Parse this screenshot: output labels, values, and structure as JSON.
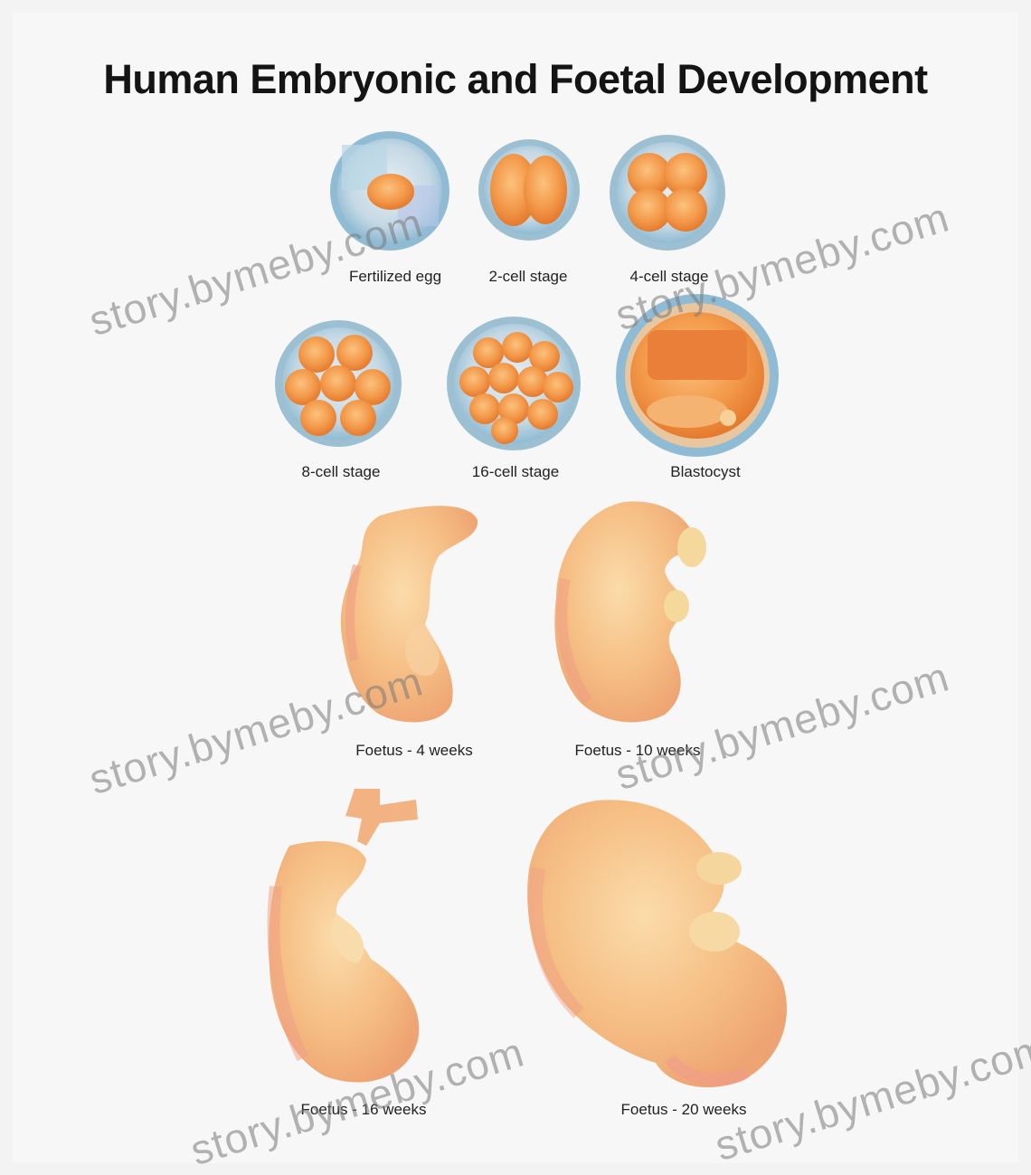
{
  "title": "Human Embryonic and Foetal Development",
  "stages": [
    {
      "label": "Fertilized egg"
    },
    {
      "label": "2-cell stage"
    },
    {
      "label": "4-cell stage"
    },
    {
      "label": "8-cell stage"
    },
    {
      "label": "16-cell stage"
    },
    {
      "label": "Blastocyst"
    },
    {
      "label": "Foetus - 4 weeks"
    },
    {
      "label": "Foetus - 10 weeks"
    },
    {
      "label": "Foetus - 16 weeks"
    },
    {
      "label": "Foetus - 20 weeks"
    }
  ],
  "watermark": "story.bymeby.com",
  "colors": {
    "shell": "#9fc9dd",
    "shell_inner": "#d9e3ea",
    "cell": "#f08a3e",
    "cell_light": "#f7b16a",
    "skin": "#f3b57a",
    "skin_light": "#f9d7a1",
    "skin_pink": "#f0a58e"
  }
}
